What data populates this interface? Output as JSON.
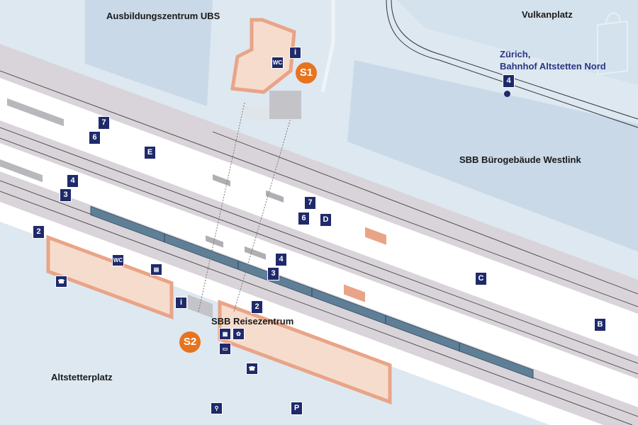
{
  "labels": {
    "ubs": "Ausbildungszentrum UBS",
    "vulkanplatz": "Vulkanplatz",
    "westlink": "SBB Bürogebäude Westlink",
    "reisezentrum": "SBB Reisezentrum",
    "altstetterplatz": "Altstetterplatz"
  },
  "stop": {
    "line1": "Zürich,",
    "line2": "Bahnhof Altstetten Nord"
  },
  "exits": [
    "S1",
    "S2"
  ],
  "markers": [
    "7",
    "6",
    "E",
    "4",
    "3",
    "7",
    "6",
    "D",
    "2",
    "4",
    "3",
    "C",
    "2",
    "B",
    "4",
    "P"
  ],
  "icons": {
    "wc": "WC",
    "info": "i"
  },
  "colors": {
    "marker": "#1f2a6b",
    "exit": "#e8731f",
    "building": "#e9a487",
    "train": "#5f7f97"
  }
}
